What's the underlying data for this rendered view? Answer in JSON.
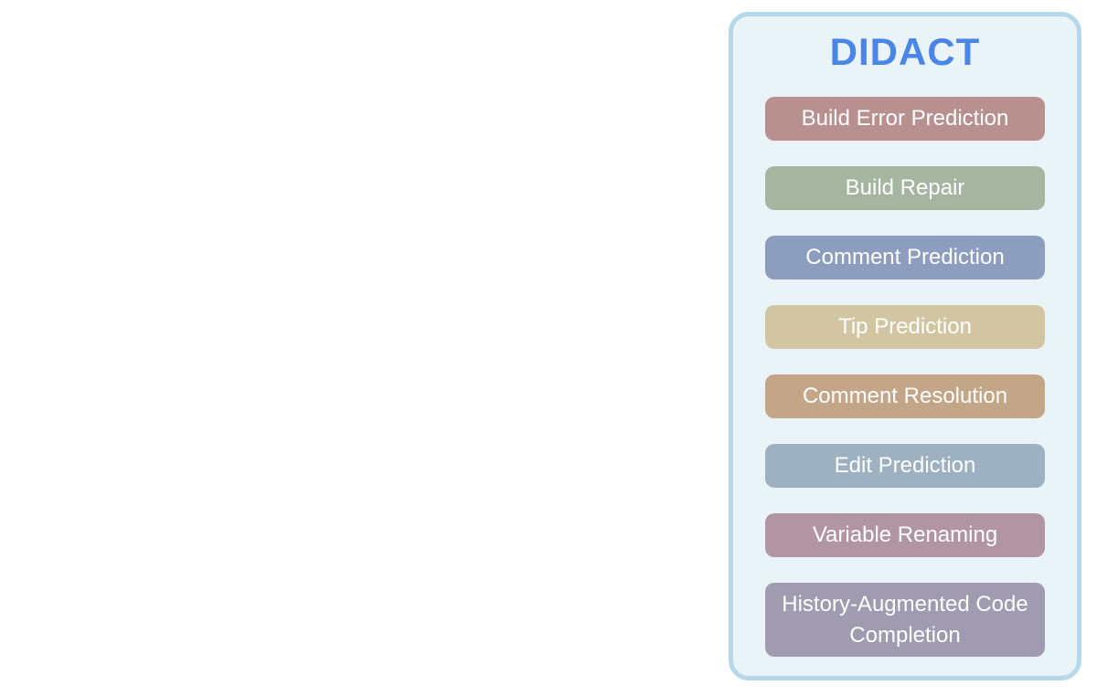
{
  "panel": {
    "title": "DIDACT",
    "title_color": "#4a86e8",
    "background_color": "#eaf3f8",
    "border_color": "#b5d9e8",
    "task_text_color": "#ffffff",
    "tasks": [
      {
        "label": "Build Error Prediction",
        "color": "#b99090"
      },
      {
        "label": "Build Repair",
        "color": "#a6b5a0"
      },
      {
        "label": "Comment Prediction",
        "color": "#8c9dbe"
      },
      {
        "label": "Tip Prediction",
        "color": "#d2c6a2"
      },
      {
        "label": "Comment Resolution",
        "color": "#c2a687"
      },
      {
        "label": "Edit Prediction",
        "color": "#9db1c1"
      },
      {
        "label": "Variable Renaming",
        "color": "#b295a3"
      },
      {
        "label": "History-Augmented Code Completion",
        "color": "#a09bb0"
      }
    ]
  }
}
